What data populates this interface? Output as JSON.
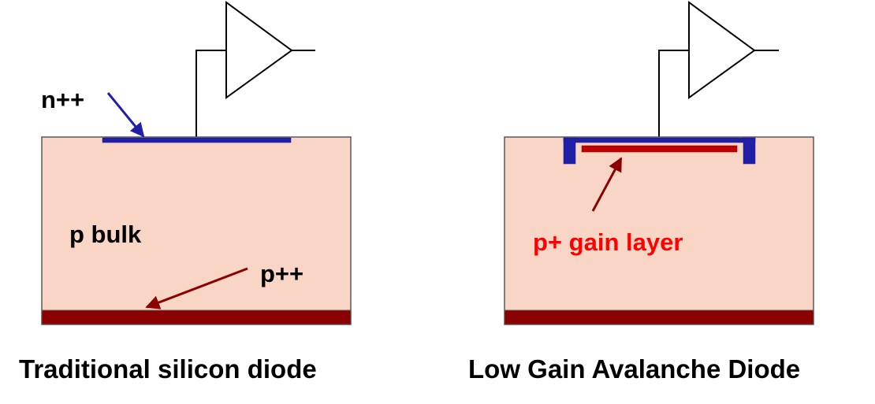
{
  "left_diagram": {
    "n_label": "n++",
    "bulk_label": "p bulk",
    "p_label": "p++",
    "caption": "Traditional silicon diode"
  },
  "right_diagram": {
    "gain_label": "p+ gain layer",
    "caption": "Low Gain Avalanche Diode"
  },
  "colors": {
    "bulk_fill": "#f9d5c5",
    "outline": "#595959",
    "n_plus_plus": "#1f1fa8",
    "p_plus_plus": "#8b0000",
    "gain_layer": "#c00000",
    "arrow_blue": "#1f1fa8",
    "arrow_red": "#8b0000",
    "label_red": "#ff0000"
  }
}
